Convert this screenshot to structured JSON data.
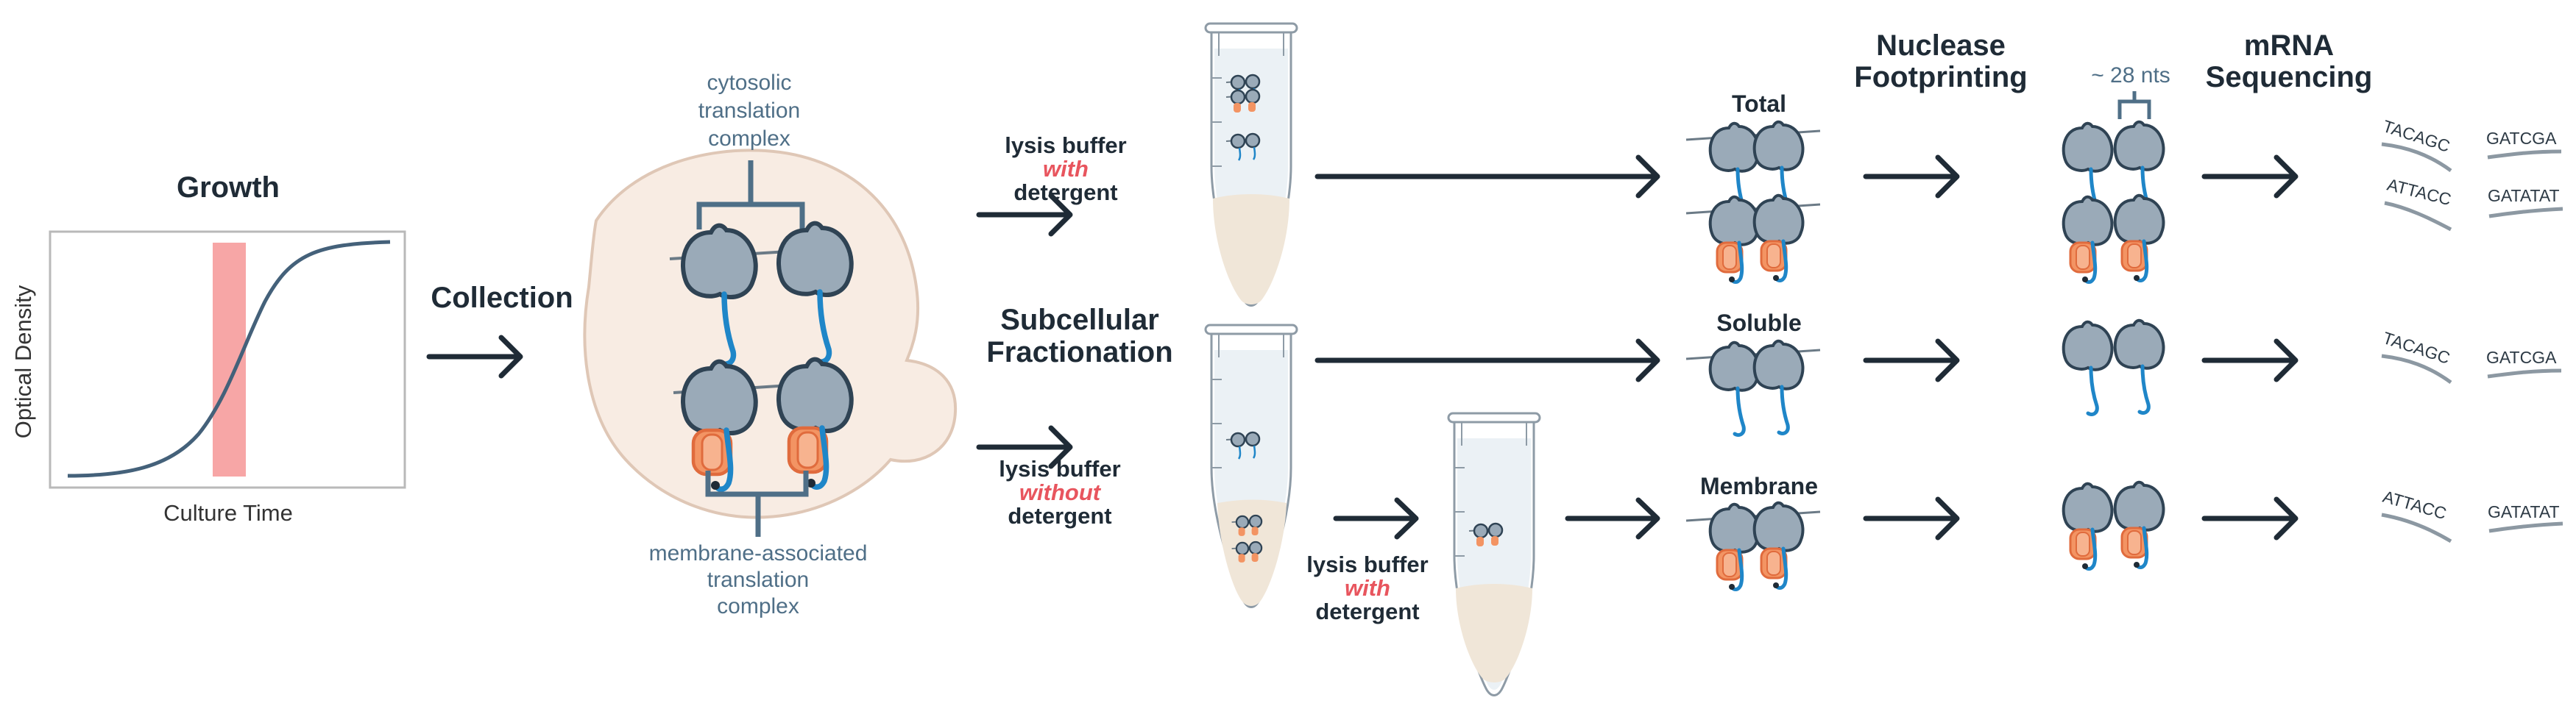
{
  "headings": {
    "growth": "Growth",
    "collection": "Collection",
    "subcellular_line1": "Subcellular",
    "subcellular_line2": "Fractionation",
    "nuclease_line1": "Nuclease",
    "nuclease_line2": "Footprinting",
    "mrna_line1": "mRNA",
    "mrna_line2": "Sequencing"
  },
  "growth_plot": {
    "ylabel": "Optical Density",
    "xlabel": "Culture Time"
  },
  "cell_labels": {
    "cytosolic_line1": "cytosolic",
    "cytosolic_line2": "translation",
    "cytosolic_line3": "complex",
    "membrane_line1": "membrane-associated",
    "membrane_line2": "translation",
    "membrane_line3": "complex"
  },
  "lysis": {
    "top": {
      "line1": "lysis buffer",
      "line2": "with",
      "line3": "detergent"
    },
    "middle": {
      "line1": "lysis buffer",
      "line2": "without",
      "line3": "detergent"
    },
    "bottom": {
      "line1": "lysis buffer",
      "line2": "with",
      "line3": "detergent"
    }
  },
  "fractions": {
    "total": "Total",
    "soluble": "Soluble",
    "membrane": "Membrane"
  },
  "footprint_size": "~ 28 nts",
  "sequences": {
    "row1_left": "TACAGC",
    "row1_right": "GATCGA",
    "row1b_left": "ATTACC",
    "row1b_right": "GATATAT",
    "row2_left": "TACAGC",
    "row2_right": "GATCGA",
    "row3_left": "ATTACC",
    "row3_right": "GATATAT"
  },
  "colors": {
    "text_dark": "#1f2b36",
    "text_blue": "#4f6f87",
    "emphasis_red": "#e8555e",
    "ribosome_fill": "#9aaab8",
    "ribosome_stroke": "#2f4354",
    "nascent_chain": "#1f86c8",
    "membrane_protein": "#f39463",
    "growth_highlight": "#f7a6a6",
    "cell_fill": "#f8ece3",
    "tube_liquid": "#ebf1f5",
    "tube_pellet": "#f0e6d8"
  }
}
